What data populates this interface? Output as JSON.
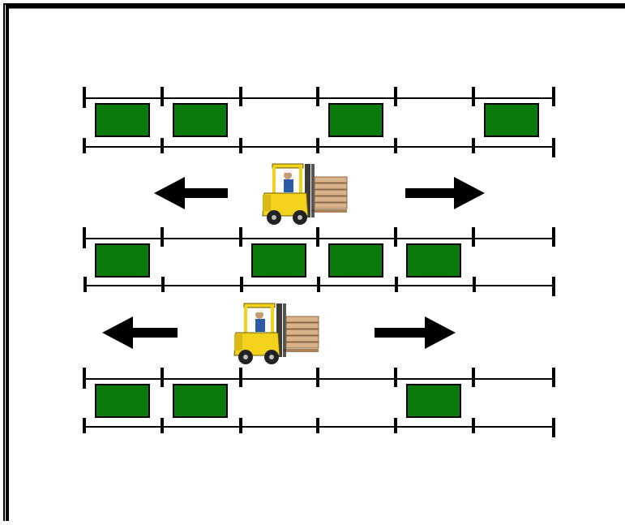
{
  "diagram": {
    "colors": {
      "frame": "#000000",
      "rack": "#000000",
      "slot_occupied": "#0a7a0a",
      "arrow": "#000000",
      "forklift_body": "#f2d21c",
      "pallet": "#d9b48a"
    },
    "racks": [
      {
        "name": "rack-row-1",
        "slots": [
          true,
          true,
          false,
          true,
          false,
          true
        ]
      },
      {
        "name": "rack-row-2",
        "slots": [
          true,
          false,
          true,
          true,
          true,
          false
        ]
      },
      {
        "name": "rack-row-3",
        "slots": [
          true,
          true,
          false,
          false,
          true,
          false
        ]
      }
    ],
    "aisles": [
      {
        "name": "aisle-1",
        "arrows": [
          "left",
          "right"
        ],
        "icon": "forklift-icon"
      },
      {
        "name": "aisle-2",
        "arrows": [
          "left",
          "right"
        ],
        "icon": "forklift-icon"
      }
    ]
  }
}
